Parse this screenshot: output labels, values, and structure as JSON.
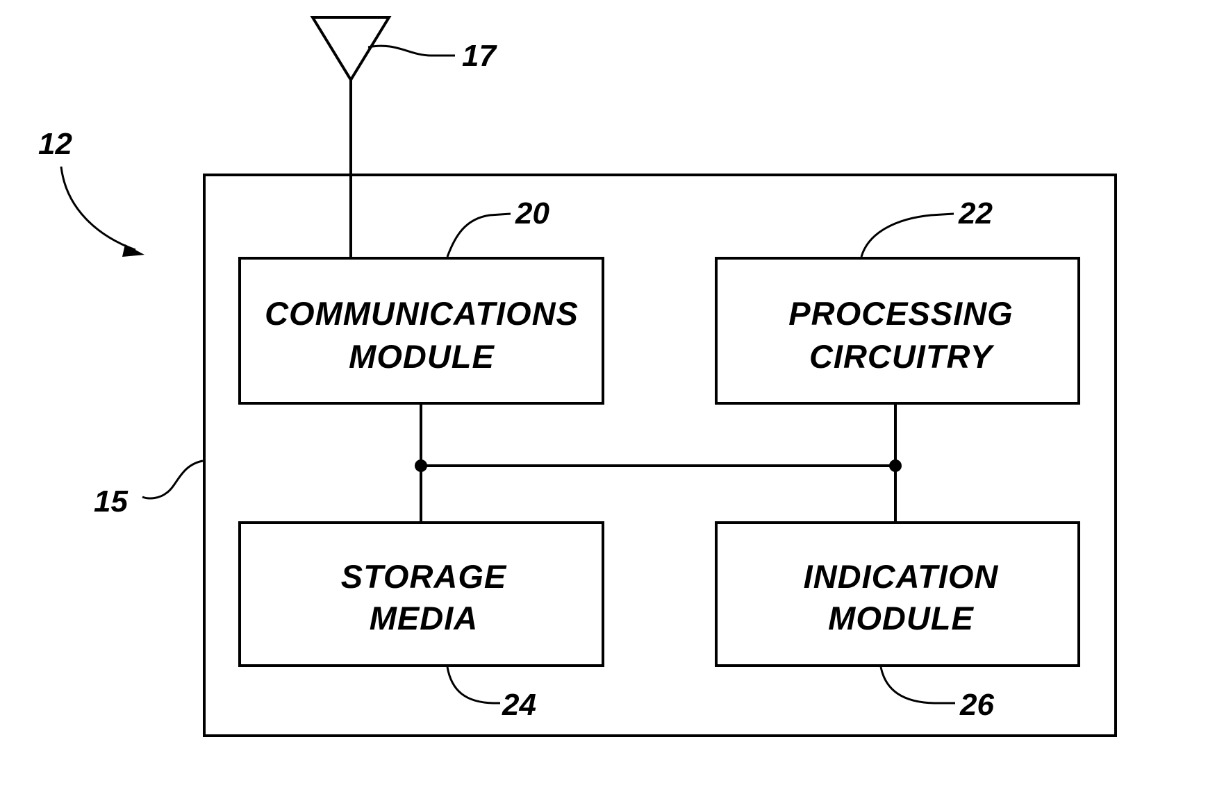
{
  "figure": {
    "reference_numerals": {
      "device": "12",
      "antenna": "17",
      "housing": "15",
      "communications": "20",
      "processing": "22",
      "storage": "24",
      "indication": "26"
    },
    "blocks": {
      "communications": {
        "line1": "COMMUNICATIONS",
        "line2": "MODULE"
      },
      "processing": {
        "line1": "PROCESSING",
        "line2": "CIRCUITRY"
      },
      "storage": {
        "line1": "STORAGE",
        "line2": "MEDIA"
      },
      "indication": {
        "line1": "INDICATION",
        "line2": "MODULE"
      }
    },
    "colors": {
      "line": "#000000",
      "background": "#ffffff"
    }
  }
}
